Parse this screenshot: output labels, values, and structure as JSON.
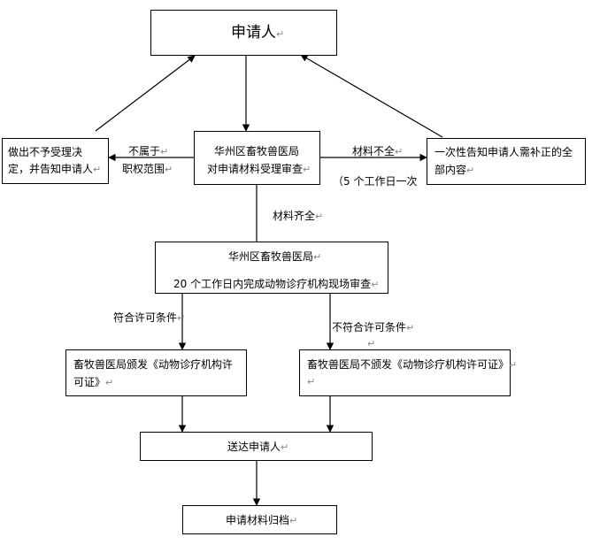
{
  "nodes": {
    "applicant_top": "申请人",
    "reject": [
      "做出不予受理决",
      "定，并告知申请人"
    ],
    "review": [
      "华州区畜牧兽医局",
      "对申请材料受理审查"
    ],
    "notify": [
      "一次性告知申请人需补正的全",
      "部内容"
    ],
    "inspect": [
      "华州区畜牧兽医局",
      "20 个工作日内完成动物诊疗机构现场审查"
    ],
    "issue": [
      "畜牧兽医局颁发《动物诊疗机构许",
      "可证》"
    ],
    "not_issue": "畜牧兽医局不颁发《动物诊疗机构许可证》",
    "deliver": "送达申请人",
    "archive": "申请材料归档"
  },
  "edge_labels": {
    "out_of_scope": [
      "不属于",
      "职权范围"
    ],
    "incomplete": "材料不全",
    "five_days": "（5 个工作日一次",
    "complete": "材料齐全",
    "qualified": "符合许可条件",
    "not_qualified": "不符合许可条件"
  },
  "para_mark": "↵"
}
